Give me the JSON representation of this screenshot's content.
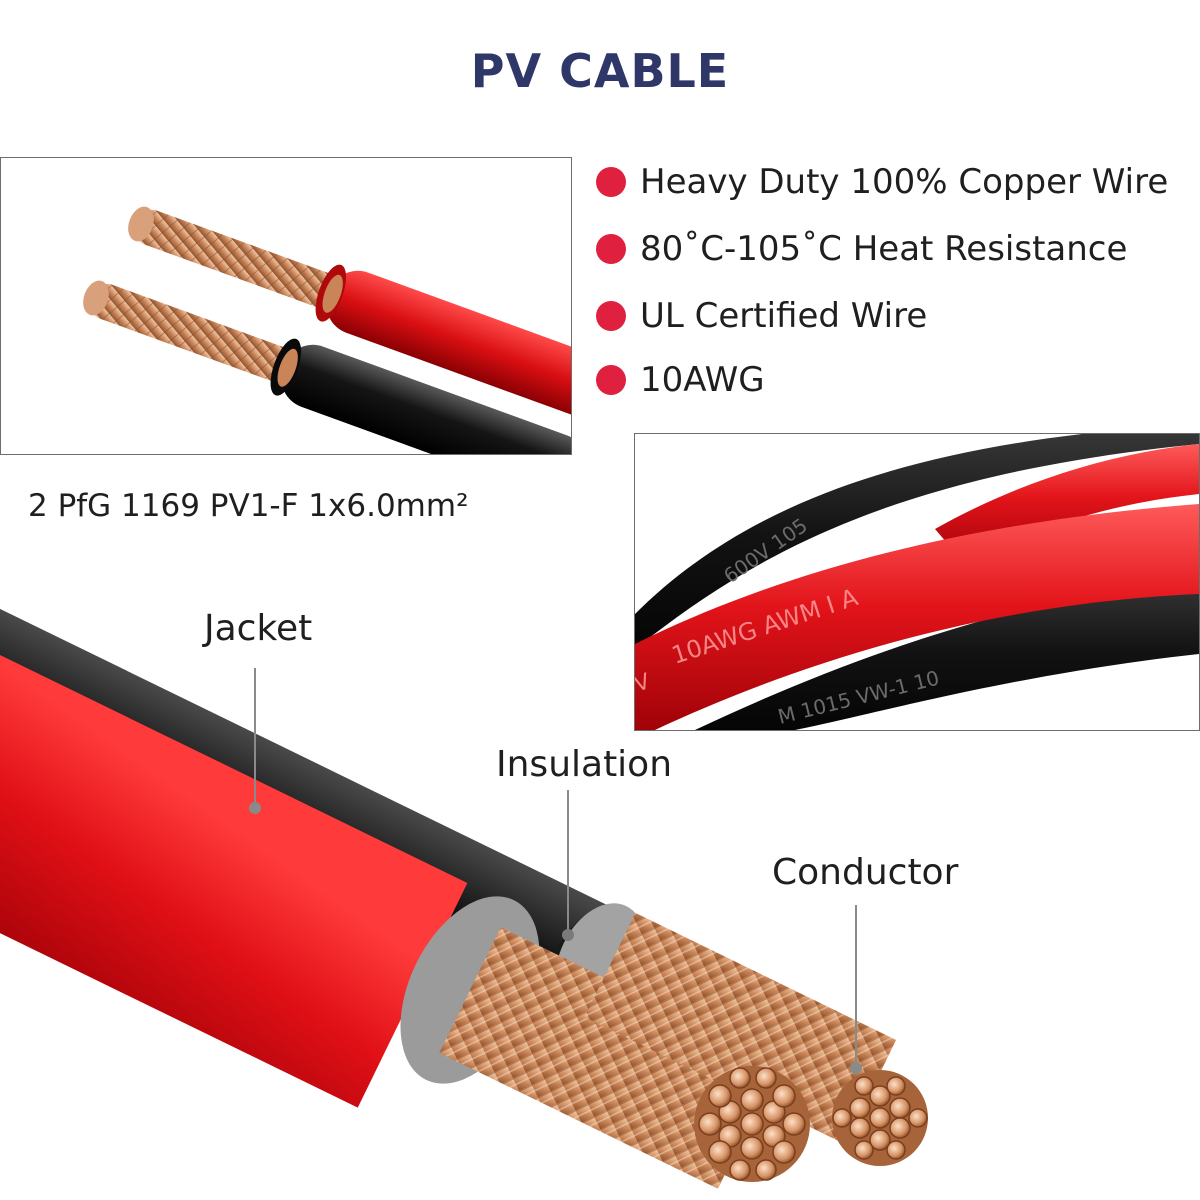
{
  "title": "PV CABLE",
  "features": [
    {
      "text": "Heavy Duty 100% Copper Wire"
    },
    {
      "text": "80˚C-105˚C Heat Resistance"
    },
    {
      "text": "UL Certified Wire"
    },
    {
      "text": "10AWG"
    }
  ],
  "spec": "2 PfG 1169 PV1-F 1x6.0mm²",
  "callouts": {
    "jacket": "Jacket",
    "insulation": "Insulation",
    "conductor": "Conductor"
  },
  "cable_print": {
    "black_top": "600V  105",
    "red_mid": "10AWG   AWM  I  A",
    "black_bottom": "M  1015   VW-1  10",
    "red_left": "V"
  },
  "colors": {
    "title": "#2f3768",
    "bullet": "#e0203f",
    "red_jacket": "#d8101c",
    "black_jacket": "#141414",
    "copper": "#c9855a",
    "insulation_gray": "#9a9a9a"
  }
}
